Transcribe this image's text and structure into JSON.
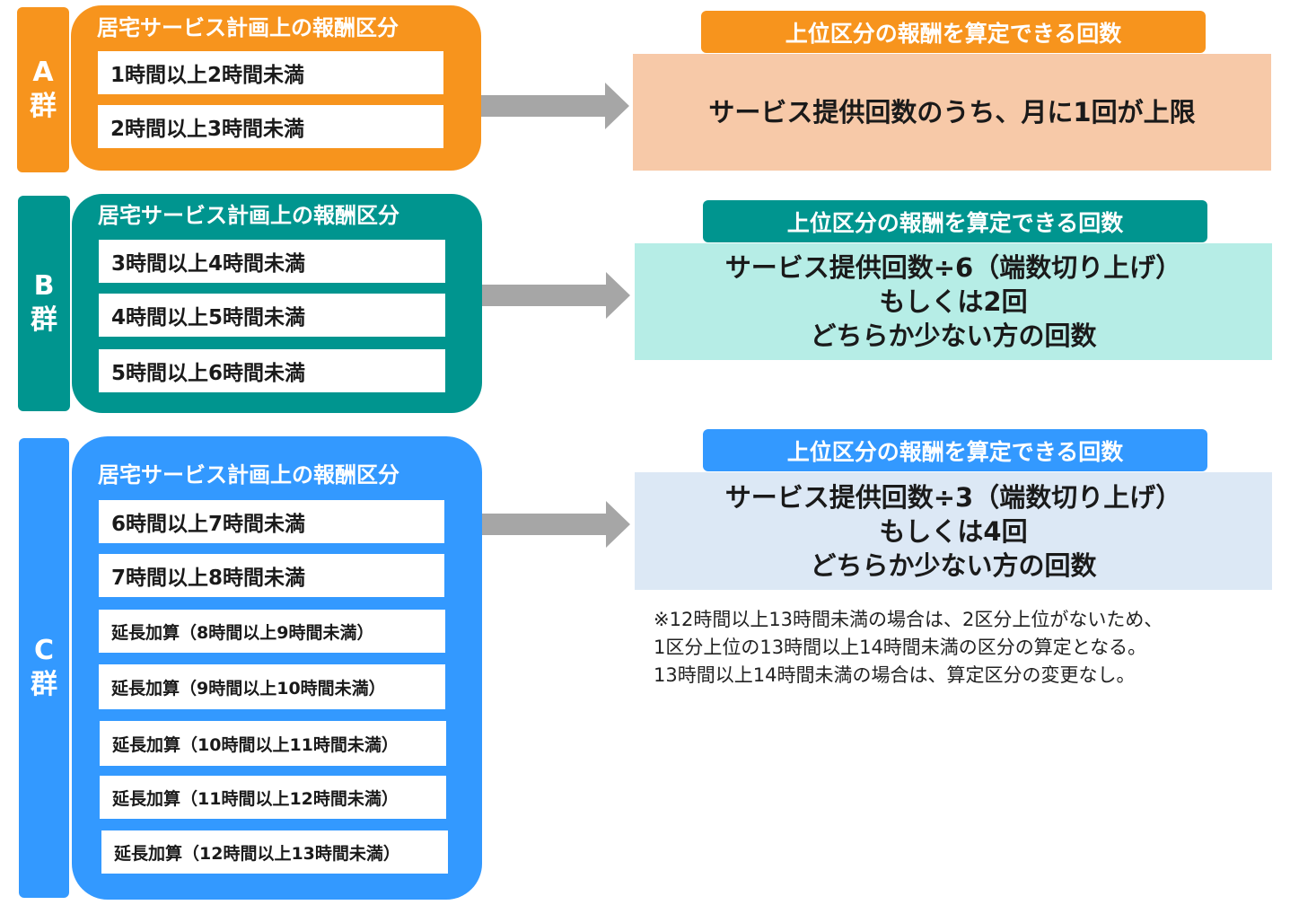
{
  "colors": {
    "a": "#f7941d",
    "b": "#00958f",
    "c": "#3399ff",
    "a_result_bg": "#f7c9a8",
    "b_result_bg": "#b6ede6",
    "c_result_bg": "#dce8f5",
    "arrow": "#a6a6a6"
  },
  "groups": [
    {
      "tag_letter": "A",
      "tag_kanji": "群",
      "panel_title": "居宅サービス計画上の報酬区分",
      "items": [
        "1時間以上2時間未満",
        "2時間以上3時間未満"
      ],
      "result_header": "上位区分の報酬を算定できる回数",
      "result_lines": [
        "サービス提供回数のうち、月に1回が上限"
      ]
    },
    {
      "tag_letter": "B",
      "tag_kanji": "群",
      "panel_title": "居宅サービス計画上の報酬区分",
      "items": [
        "3時間以上4時間未満",
        "4時間以上5時間未満",
        "5時間以上6時間未満"
      ],
      "result_header": "上位区分の報酬を算定できる回数",
      "result_lines": [
        "サービス提供回数÷6（端数切り上げ）",
        "もしくは2回",
        "どちらか少ない方の回数"
      ]
    },
    {
      "tag_letter": "C",
      "tag_kanji": "群",
      "panel_title": "居宅サービス計画上の報酬区分",
      "items": [
        "6時間以上7時間未満",
        "7時間以上8時間未満",
        "延長加算（8時間以上9時間未満）",
        "延長加算（9時間以上10時間未満）",
        "延長加算（10時間以上11時間未満）",
        "延長加算（11時間以上12時間未満）",
        "延長加算（12時間以上13時間未満）"
      ],
      "result_header": "上位区分の報酬を算定できる回数",
      "result_lines": [
        "サービス提供回数÷3（端数切り上げ）",
        "もしくは4回",
        "どちらか少ない方の回数"
      ]
    }
  ],
  "note_lines": [
    "※12時間以上13時間未満の場合は、2区分上位がないため、",
    "1区分上位の13時間以上14時間未満の区分の算定となる。",
    "13時間以上14時間未満の場合は、算定区分の変更なし。"
  ]
}
